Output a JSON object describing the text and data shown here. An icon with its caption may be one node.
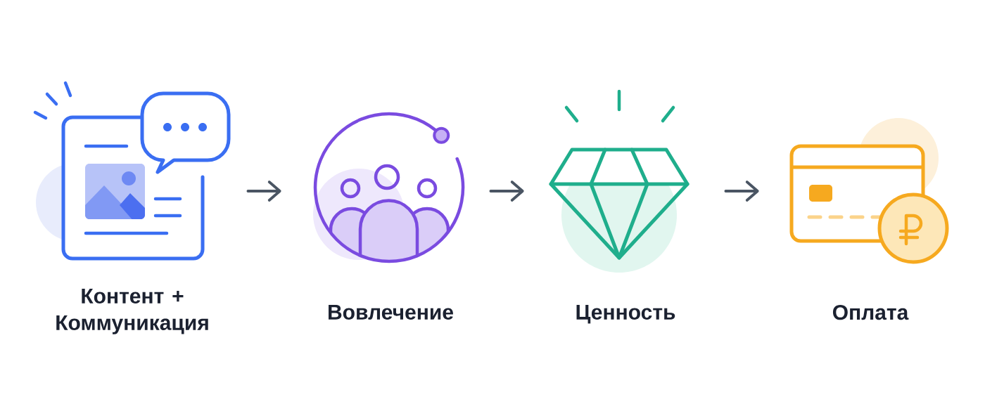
{
  "diagram": {
    "nodes": [
      {
        "text": [
          "Контент + Коммуникация"
        ]
      },
      {
        "text": [
          "Вовлечение"
        ]
      },
      {
        "text": [
          "Ценность"
        ]
      },
      {
        "text": [
          "Оплата"
        ]
      }
    ],
    "edges": [
      {
        "from": 0,
        "to": 1,
        "arrow": "to"
      },
      {
        "from": 1,
        "to": 2,
        "arrow": "to"
      },
      {
        "from": 2,
        "to": 3,
        "arrow": "to"
      }
    ]
  }
}
